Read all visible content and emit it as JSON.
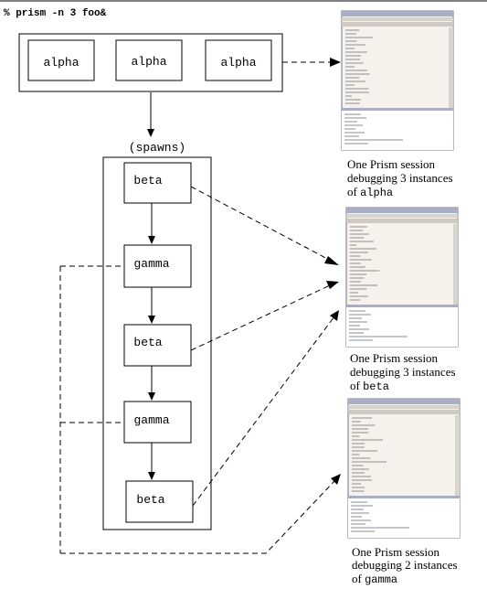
{
  "command": "% prism -n 3 foo&",
  "processes": {
    "alpha": [
      "alpha",
      "alpha",
      "alpha"
    ],
    "spawns_label": "(spawns)",
    "chain": [
      "beta",
      "gamma",
      "beta",
      "gamma",
      "beta"
    ]
  },
  "sessions": [
    {
      "line1": "One Prism session",
      "line2": "debugging 3 instances",
      "of_word": "of ",
      "target": "alpha"
    },
    {
      "line1": "One Prism session",
      "line2": "debugging 3 instances",
      "of_word": "of ",
      "target": "beta"
    },
    {
      "line1": "One Prism session",
      "line2": "debugging 2 instances",
      "of_word": "of ",
      "target": "gamma"
    }
  ],
  "colors": {
    "window_title": "#a9aec6",
    "window_bg": "#f7f1ec",
    "window_border": "#6f7488",
    "code_line": "#8a8f93"
  }
}
